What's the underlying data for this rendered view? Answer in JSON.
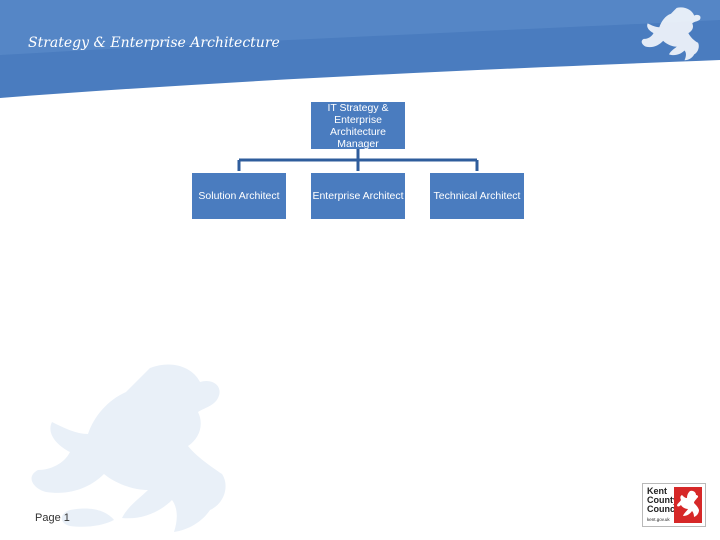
{
  "header": {
    "title": "Strategy & Enterprise Architecture",
    "band_colors": {
      "main": "#4a7cbf",
      "light": "#6b9ad3"
    },
    "emblem_icon": "horse-icon"
  },
  "org_chart": {
    "root": {
      "label": "IT Strategy & Enterprise Architecture Manager"
    },
    "children": [
      {
        "label": "Solution Architect"
      },
      {
        "label": "Enterprise Architect"
      },
      {
        "label": "Technical Architect"
      }
    ],
    "node_color": "#4a7cbf",
    "connector_color": "#2f5d9c"
  },
  "footer": {
    "page_label": "Page 1",
    "logo": {
      "text_lines": [
        "Kent",
        "County",
        "Council"
      ],
      "subtext": "kent.gov.uk",
      "badge_color": "#d62828",
      "icon": "white-horse-icon"
    }
  },
  "watermark": {
    "icon": "horse-watermark-icon",
    "color": "#e9f0f8"
  }
}
